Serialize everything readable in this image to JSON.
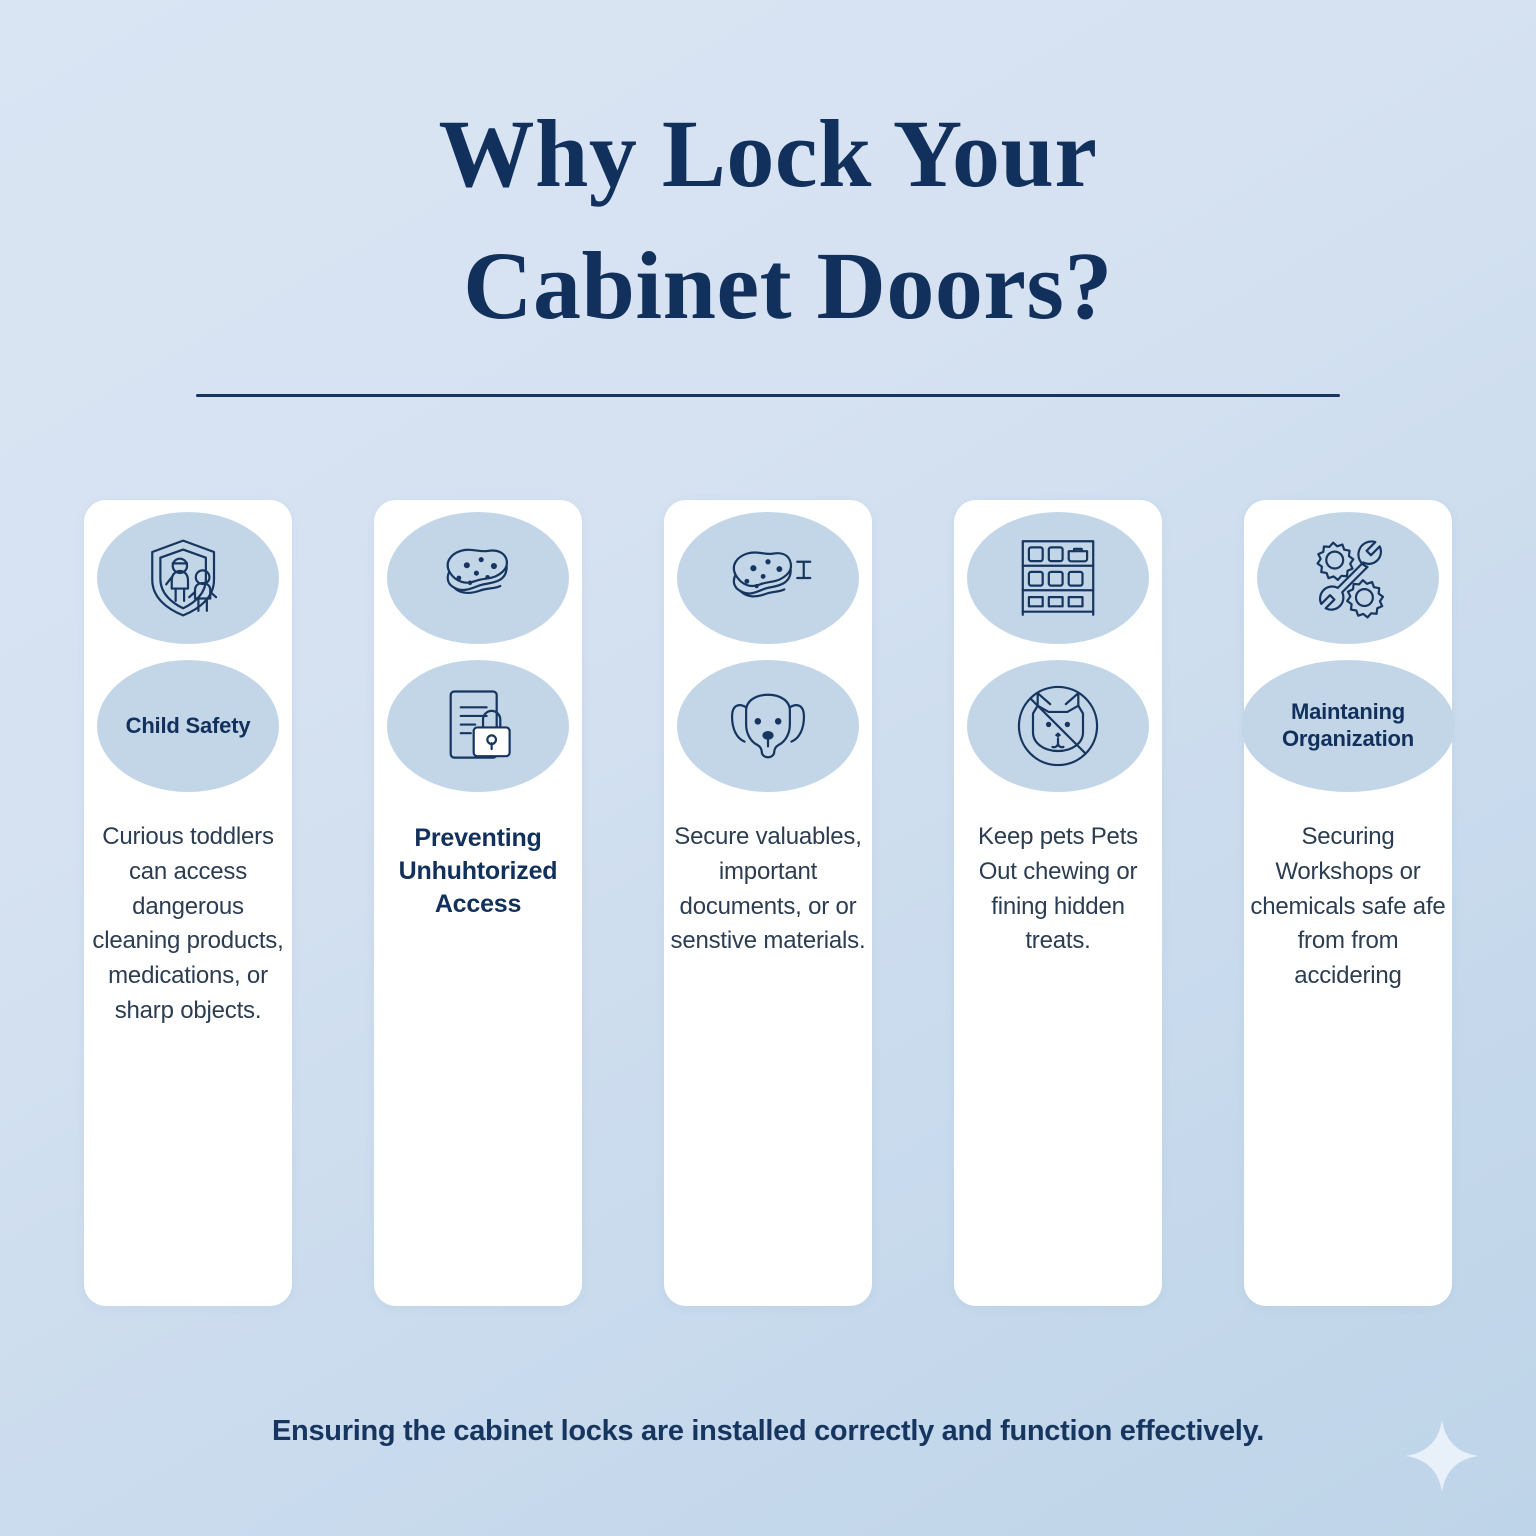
{
  "page": {
    "background_top": "#d9e5f3",
    "background_bottom": "#bed4e8",
    "accent_navy": "#12305c",
    "oval_blue": "#c3d6e8",
    "card_white": "#ffffff"
  },
  "header": {
    "title_line_1": "Why Lock Your",
    "title_line_2": "Cabinet Doors?"
  },
  "cards": [
    {
      "top_icon": "shield-family-icon",
      "second_slot": "badge",
      "badge_label": "Child Safety",
      "second_icon": "",
      "title": "",
      "body": "Curious toddlers can access dangerous cleaning products, medications, or sharp objects."
    },
    {
      "top_icon": "sponge-icon",
      "second_slot": "icon",
      "badge_label": "",
      "second_icon": "document-lock-icon",
      "title": "Preventing Unhuhtorized Access",
      "body": ""
    },
    {
      "top_icon": "sponge-scrub-icon",
      "second_slot": "icon",
      "badge_label": "",
      "second_icon": "dog-face-icon",
      "title": "",
      "body": "Secure valuables, important documents, or or senstive materials."
    },
    {
      "top_icon": "shelving-unit-icon",
      "second_slot": "icon",
      "badge_label": "",
      "second_icon": "no-pets-cat-icon",
      "title": "",
      "body": "Keep pets Pets Out chewing or fining hidden treats."
    },
    {
      "top_icon": "gears-wrench-icon",
      "second_slot": "badge",
      "badge_label": "Maintaning Organization",
      "second_icon": "",
      "title": "",
      "body": "Securing Workshops or chemicals safe afe from from accidering"
    }
  ],
  "footer": {
    "caption": "Ensuring the cabinet locks are installed correctly and function effectively.",
    "sparkle_icon": "sparkle-icon"
  }
}
